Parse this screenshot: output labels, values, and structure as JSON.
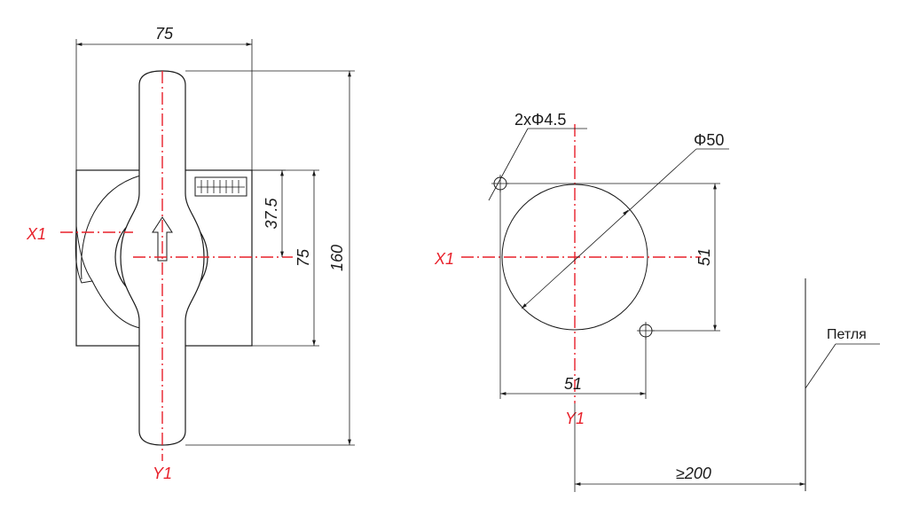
{
  "colors": {
    "axis": "#e8202a",
    "line": "#1a1a1a",
    "background": "#ffffff"
  },
  "left_view": {
    "dim_width": "75",
    "dim_half_height": "37.5",
    "dim_plate_height": "75",
    "dim_total_height": "160",
    "axis_x_label": "X1",
    "axis_y_label": "Y1"
  },
  "right_view": {
    "hole_label": "2xΦ4.5",
    "circle_label": "Φ50",
    "dim_vertical": "51",
    "dim_horizontal": "51",
    "axis_x_label": "X1",
    "axis_y_label": "Y1",
    "min_distance": "≥200",
    "hinge_label": "Петля"
  }
}
